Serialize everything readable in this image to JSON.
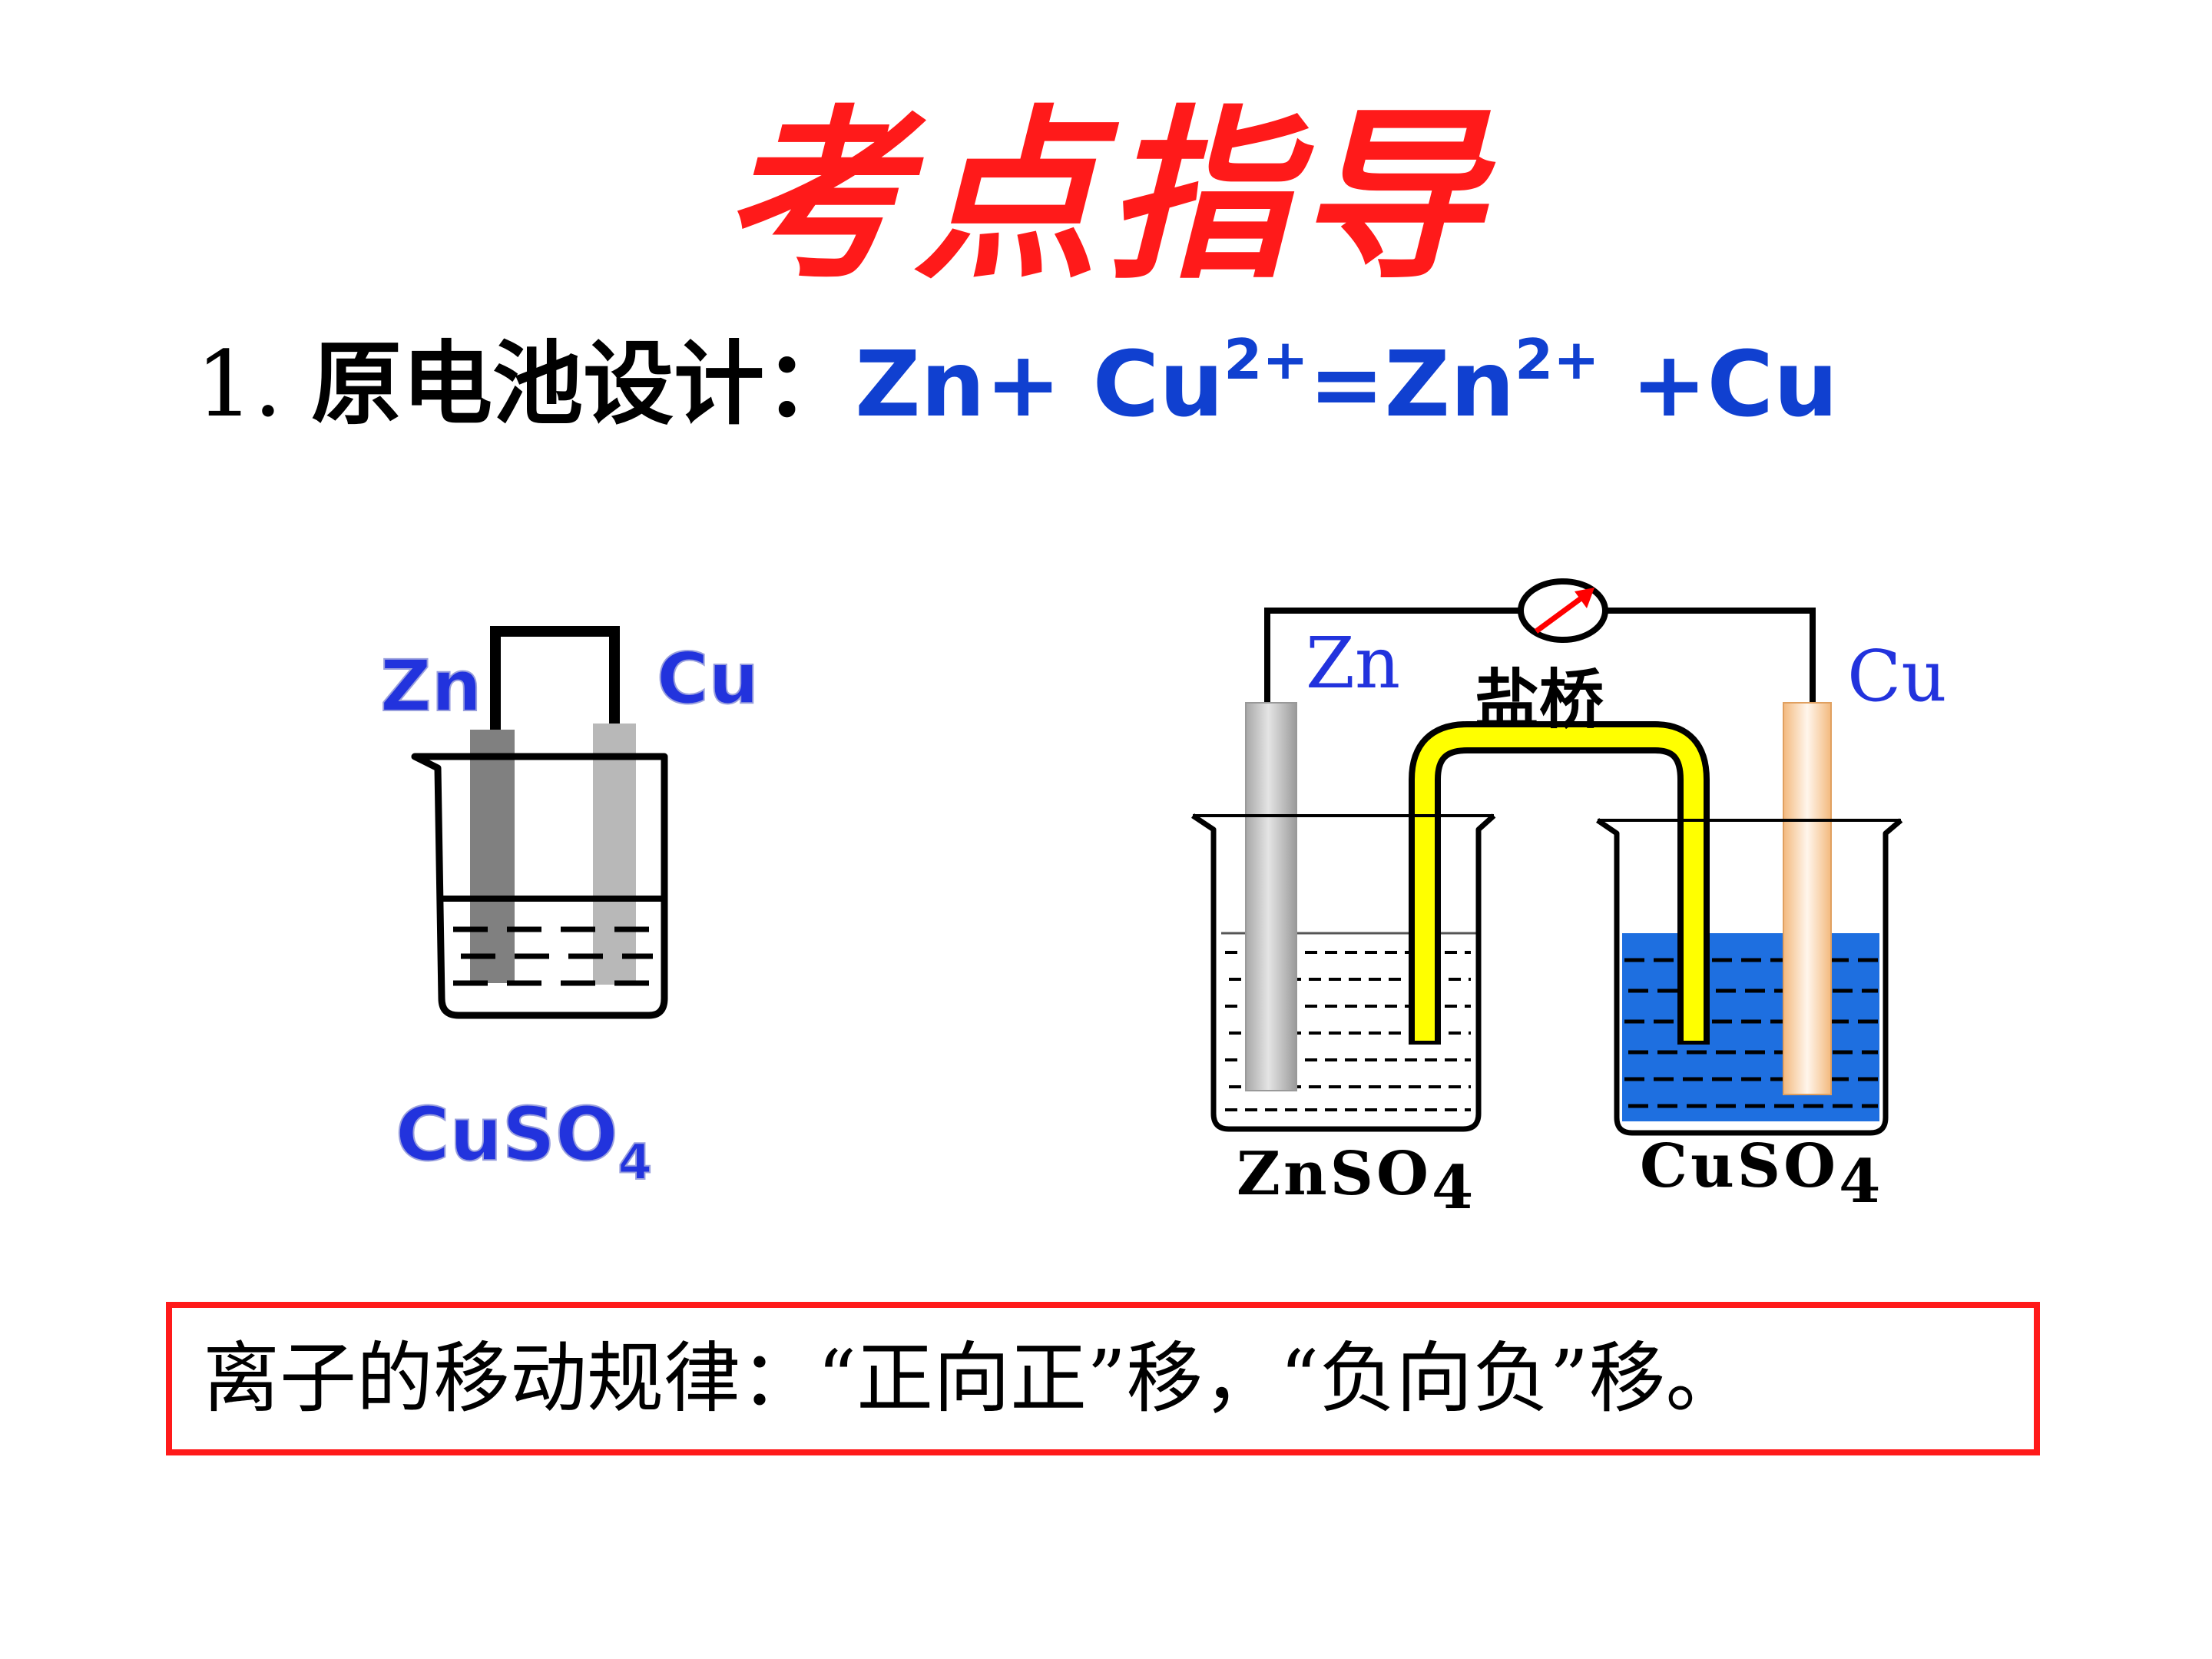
{
  "title": "考点指导",
  "heading": {
    "number": "1.",
    "label": "原电池设计：",
    "eq_part1": "Zn+ Cu",
    "eq_sup1": "2+",
    "eq_part2": "=Zn",
    "eq_sup2": "2+",
    "eq_part3": " +Cu"
  },
  "left_cell": {
    "left_electrode": "Zn",
    "right_electrode": "Cu",
    "solution": "CuSO",
    "solution_sub": "4"
  },
  "right_cell": {
    "left_electrode": "Zn",
    "right_electrode": "Cu",
    "salt_bridge": "盐桥",
    "left_solution": "ZnSO",
    "left_solution_sub": "4",
    "right_solution": "CuSO",
    "right_solution_sub": "4"
  },
  "colors": {
    "title": "#ff1a1a",
    "equation": "#1040d0",
    "label_blue": "#2233dd",
    "solution_blue": "#1e6fe0",
    "salt_bridge": "#ffff00",
    "copper_rod": "#f5c89a",
    "box_border": "#ff1a1a"
  },
  "rule": "离子的移动规律：“正向正”移，“负向负”移。"
}
